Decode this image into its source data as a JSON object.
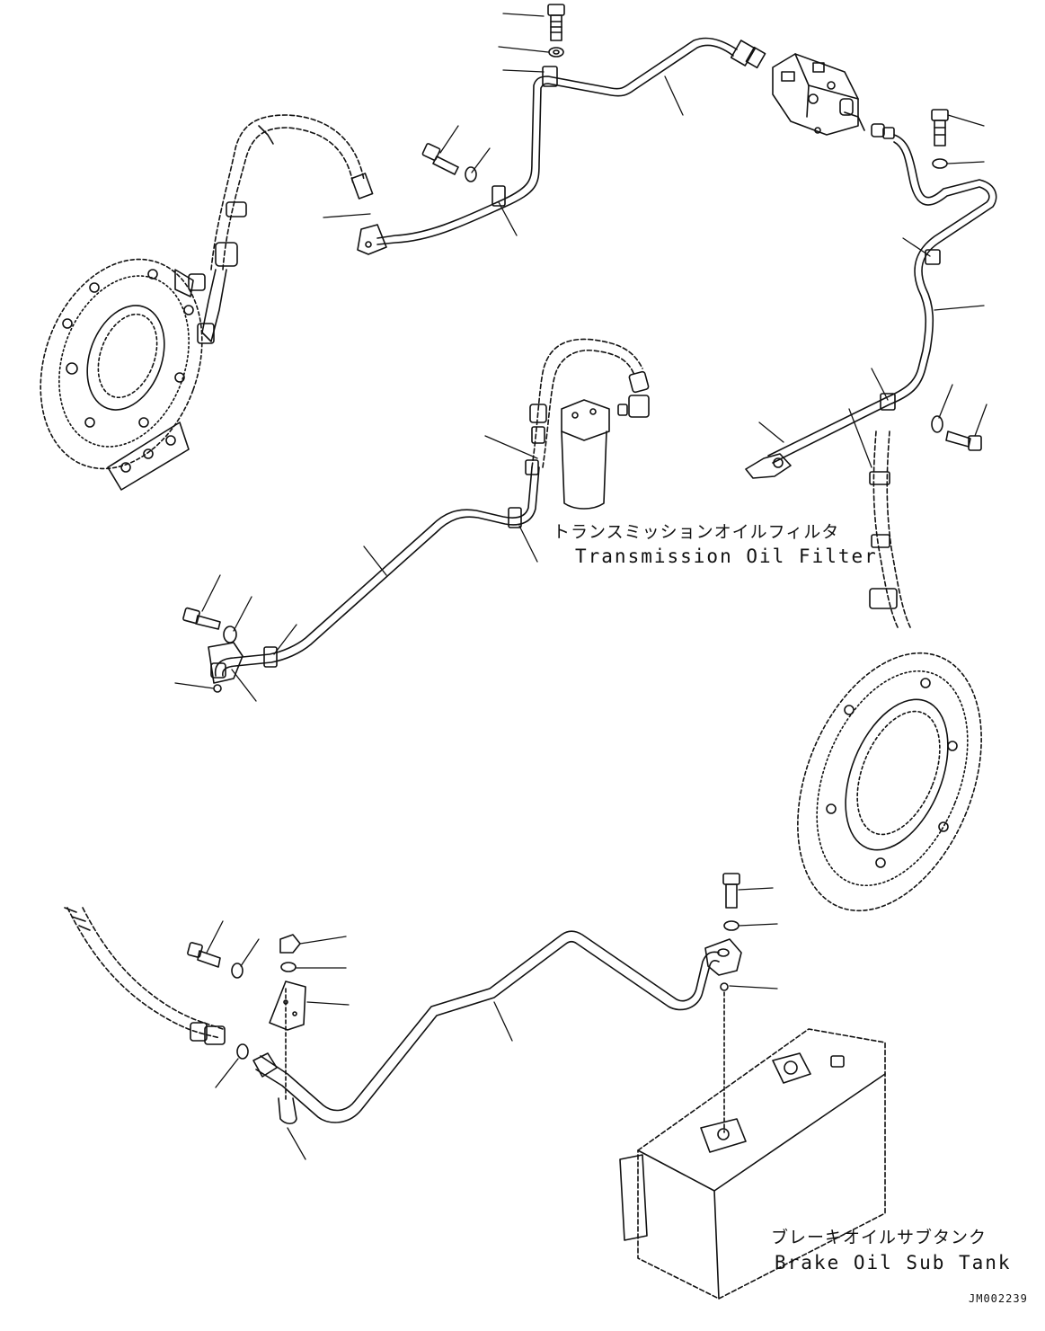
{
  "labels": {
    "filter_jp": "トランスミッションオイルフィルタ",
    "filter_en": "Transmission Oil Filter",
    "tank_jp": "ブレーキオイルサブタンク",
    "tank_en": "Brake Oil Sub Tank"
  },
  "drawing_code": "JM002239"
}
